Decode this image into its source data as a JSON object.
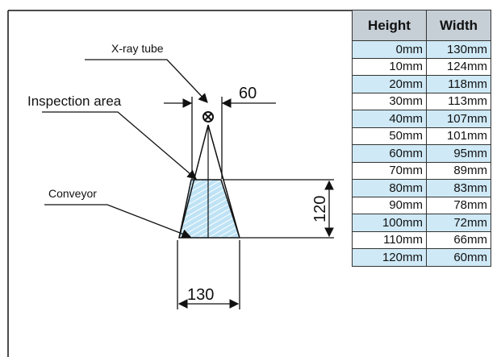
{
  "diagram": {
    "labels": {
      "xray_tube": "X-ray tube",
      "inspection_area": "Inspection area",
      "conveyor": "Conveyor"
    },
    "dimensions": {
      "top_width": "60",
      "height": "120",
      "bottom_width": "130"
    }
  },
  "table": {
    "headers": [
      "Height",
      "Width"
    ],
    "rows": [
      [
        "0mm",
        "130mm"
      ],
      [
        "10mm",
        "124mm"
      ],
      [
        "20mm",
        "118mm"
      ],
      [
        "30mm",
        "113mm"
      ],
      [
        "40mm",
        "107mm"
      ],
      [
        "50mm",
        "101mm"
      ],
      [
        "60mm",
        "95mm"
      ],
      [
        "70mm",
        "89mm"
      ],
      [
        "80mm",
        "83mm"
      ],
      [
        "90mm",
        "78mm"
      ],
      [
        "100mm",
        "72mm"
      ],
      [
        "110mm",
        "66mm"
      ],
      [
        "120mm",
        "60mm"
      ]
    ]
  },
  "colors": {
    "table_header": "#c6ced6",
    "table_alt_row": "#cfe9f6",
    "area_fill": "#bfe3f5",
    "area_hatch": "#6ab7df"
  }
}
